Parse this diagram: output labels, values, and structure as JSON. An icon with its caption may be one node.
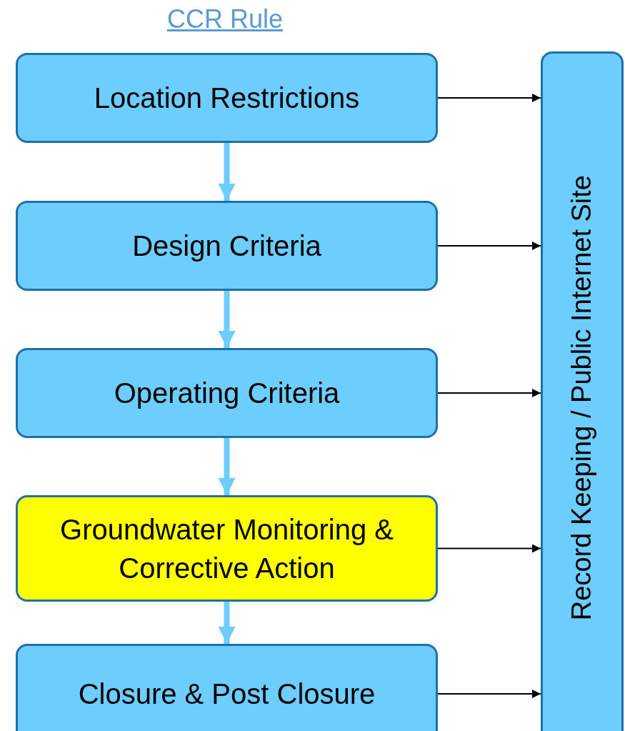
{
  "diagram": {
    "title": "CCR Rule",
    "nodes": [
      {
        "text": [
          "Location Restrictions"
        ]
      },
      {
        "text": [
          "Design Criteria"
        ]
      },
      {
        "text": [
          "Operating Criteria"
        ]
      },
      {
        "text": [
          "Groundwater Monitoring & Corrective Action"
        ]
      },
      {
        "text": [
          "Closure & Post Closure"
        ]
      },
      {
        "text": [
          "Record Keeping / Public Internet Site"
        ]
      }
    ],
    "edges": [
      {
        "from": 0,
        "to": 1,
        "arrow": "to",
        "style": "thick",
        "color": "#6dcdfd"
      },
      {
        "from": 1,
        "to": 2,
        "arrow": "to",
        "style": "thick",
        "color": "#6dcdfd"
      },
      {
        "from": 2,
        "to": 3,
        "arrow": "to",
        "style": "thick",
        "color": "#6dcdfd"
      },
      {
        "from": 3,
        "to": 4,
        "arrow": "to",
        "style": "thick",
        "color": "#6dcdfd"
      },
      {
        "from": 0,
        "to": 5,
        "arrow": "to"
      },
      {
        "from": 1,
        "to": 5,
        "arrow": "to"
      },
      {
        "from": 2,
        "to": 5,
        "arrow": "to"
      },
      {
        "from": 3,
        "to": 5,
        "arrow": "to"
      },
      {
        "from": 4,
        "to": 5,
        "arrow": "to"
      }
    ]
  }
}
